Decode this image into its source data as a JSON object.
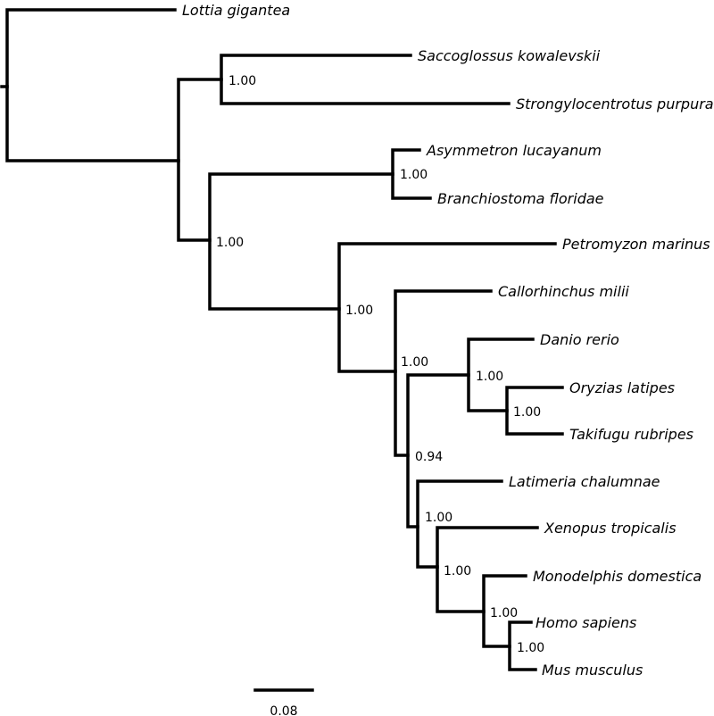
{
  "tree": {
    "taxa": [
      "Lottia gigantea",
      "Saccoglossus kowalevskii",
      "Strongylocentrotus purpuratus",
      "Asymmetron lucayanum",
      "Branchiostoma floridae",
      "Petromyzon marinus",
      "Callorhinchus milii",
      "Danio rerio",
      "Oryzias latipes",
      "Takifugu rubripes",
      "Latimeria chalumnae",
      "Xenopus tropicalis",
      "Monodelphis domestica",
      "Homo sapiens",
      "Mus musculus"
    ],
    "support": {
      "ambulacraria": "1.00",
      "chordata": "1.00",
      "cephalochordata": "1.00",
      "vertebrata": "1.00",
      "gnathostomata": "1.00",
      "teleostei": "1.00",
      "percomorpha": "1.00",
      "osteichthyes": "0.94",
      "tetrapoda": "1.00",
      "amniota": "1.00",
      "mammalia": "1.00",
      "eutheria": "1.00"
    },
    "scale_bar": {
      "label": "0.08",
      "value": 0.08
    }
  }
}
